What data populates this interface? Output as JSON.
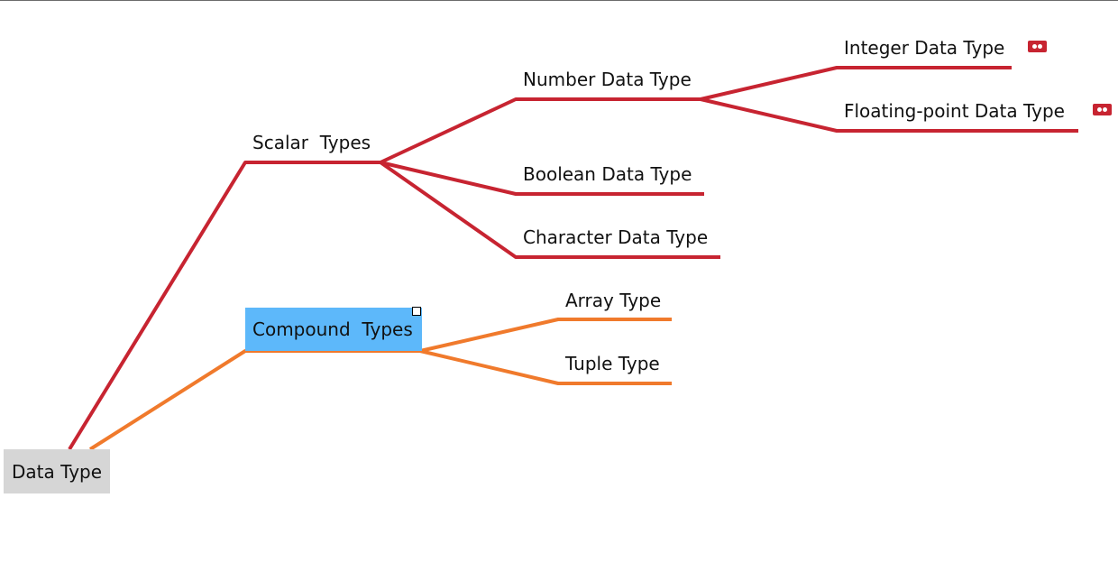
{
  "mindmap": {
    "root": {
      "label": "Data Type"
    },
    "branches": [
      {
        "label": "Scalar  Types",
        "color": "#c72431",
        "children": [
          {
            "label": "Number Data Type",
            "children": [
              {
                "label": "Integer Data Type",
                "icon": "linked-topic-icon"
              },
              {
                "label": "Floating-point Data Type",
                "icon": "linked-topic-icon"
              }
            ]
          },
          {
            "label": "Boolean Data Type"
          },
          {
            "label": "Character Data Type"
          }
        ]
      },
      {
        "label": "Compound  Types",
        "color": "#f07a2c",
        "selected": true,
        "selection_fill": "#5db8fa",
        "children": [
          {
            "label": "Array Type"
          },
          {
            "label": "Tuple Type"
          }
        ]
      }
    ],
    "root_fill": "#d6d6d6"
  }
}
